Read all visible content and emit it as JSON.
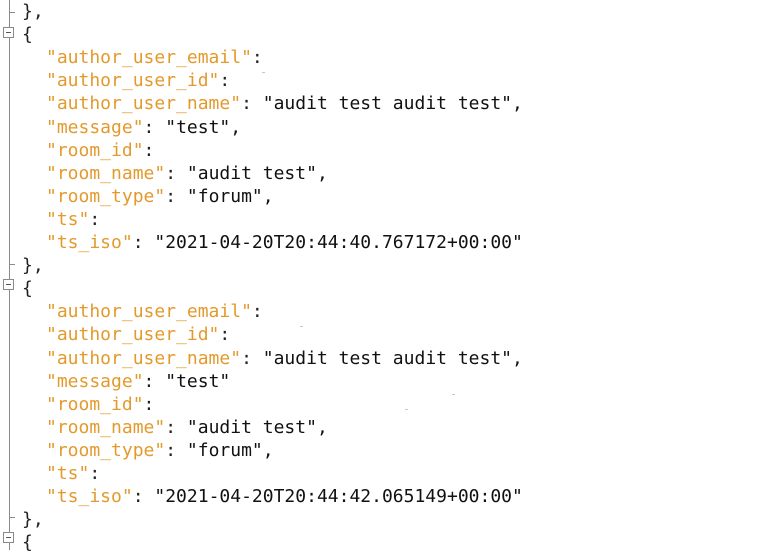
{
  "editor": {
    "blocks": [
      {
        "open": "{",
        "fields": [
          {
            "key": "\"author_user_email\"",
            "sep": ":",
            "value": ""
          },
          {
            "key": "\"author_user_id\"",
            "sep": ":",
            "value": ""
          },
          {
            "key": "\"author_user_name\"",
            "sep": ":",
            "value": " \"audit test audit test\","
          },
          {
            "key": "\"message\"",
            "sep": ":",
            "value": " \"test\","
          },
          {
            "key": "\"room_id\"",
            "sep": ":",
            "value": ""
          },
          {
            "key": "\"room_name\"",
            "sep": ":",
            "value": " \"audit test\","
          },
          {
            "key": "\"room_type\"",
            "sep": ":",
            "value": " \"forum\","
          },
          {
            "key": "\"ts\"",
            "sep": ":",
            "value": ""
          },
          {
            "key": "\"ts_iso\"",
            "sep": ":",
            "value": " \"2021-04-20T20:44:40.767172+00:00\""
          }
        ],
        "close": "},"
      },
      {
        "open": "{",
        "fields": [
          {
            "key": "\"author_user_email\"",
            "sep": ":",
            "value": ""
          },
          {
            "key": "\"author_user_id\"",
            "sep": ":",
            "value": ""
          },
          {
            "key": "\"author_user_name\"",
            "sep": ":",
            "value": " \"audit test audit test\","
          },
          {
            "key": "\"message\"",
            "sep": ":",
            "value": " \"test\""
          },
          {
            "key": "\"room_id\"",
            "sep": ":",
            "value": ""
          },
          {
            "key": "\"room_name\"",
            "sep": ":",
            "value": " \"audit test\","
          },
          {
            "key": "\"room_type\"",
            "sep": ":",
            "value": " \"forum\","
          },
          {
            "key": "\"ts\"",
            "sep": ":",
            "value": ""
          },
          {
            "key": "\"ts_iso\"",
            "sep": ":",
            "value": " \"2021-04-20T20:44:42.065149+00:00\""
          }
        ],
        "close": "},"
      }
    ],
    "leading_close": "},",
    "trailing_open": "{",
    "colors": {
      "key": "#e39a2c",
      "text": "#111111",
      "gutter": "#8a8a8a"
    },
    "icons": {
      "fold": "fold-collapse-icon"
    }
  }
}
